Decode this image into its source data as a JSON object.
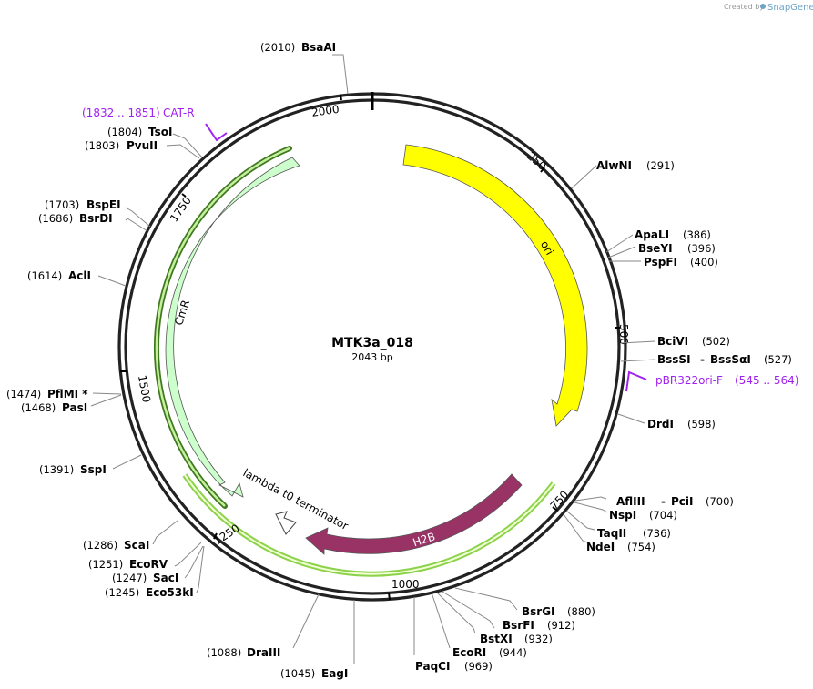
{
  "branding": {
    "created_by": "Created by",
    "logo_text": "SnapGene"
  },
  "plasmid": {
    "name": "MTK3a_018",
    "length_label": "2043 bp",
    "length": 2043
  },
  "ticks": [
    "250",
    "500",
    "750",
    "1000",
    "1250",
    "1500",
    "1750",
    "2000"
  ],
  "features": [
    {
      "name": "ori",
      "color": "#ffff00",
      "label_color": "#000000"
    },
    {
      "name": "CmR",
      "color": "#ccffcc",
      "label_color": "#000000"
    },
    {
      "name": "H2B",
      "color": "#993366",
      "label_color": "#ffffff"
    },
    {
      "name": "lambda t0 terminator",
      "color": "#ffffff",
      "label_color": "#000000"
    }
  ],
  "primers": [
    {
      "name": "CAT-R",
      "range": "(1832 .. 1851)",
      "color": "#a020f0"
    },
    {
      "name": "pBR322ori-F",
      "range": "(545 .. 564)",
      "color": "#a020f0"
    }
  ],
  "sites": [
    {
      "name": "BsaAI",
      "pos": "(2010)"
    },
    {
      "name": "TsoI",
      "pos": "(1804)"
    },
    {
      "name": "PvuII",
      "pos": "(1803)"
    },
    {
      "name": "BspEI",
      "pos": "(1703)"
    },
    {
      "name": "BsrDI",
      "pos": "(1686)"
    },
    {
      "name": "AclI",
      "pos": "(1614)"
    },
    {
      "name": "PflMI *",
      "pos": "(1474)"
    },
    {
      "name": "PasI",
      "pos": "(1468)"
    },
    {
      "name": "SspI",
      "pos": "(1391)"
    },
    {
      "name": "ScaI",
      "pos": "(1286)"
    },
    {
      "name": "EcoRV",
      "pos": "(1251)"
    },
    {
      "name": "SacI",
      "pos": "(1247)"
    },
    {
      "name": "Eco53kI",
      "pos": "(1245)"
    },
    {
      "name": "DraIII",
      "pos": "(1088)"
    },
    {
      "name": "EagI",
      "pos": "(1045)"
    },
    {
      "name": "PaqCI",
      "pos": "(969)"
    },
    {
      "name": "EcoRI",
      "pos": "(944)"
    },
    {
      "name": "BstXI",
      "pos": "(932)"
    },
    {
      "name": "BsrFI",
      "pos": "(912)"
    },
    {
      "name": "BsrGI",
      "pos": "(880)"
    },
    {
      "name": "NdeI",
      "pos": "(754)"
    },
    {
      "name": "TaqII",
      "pos": "(736)"
    },
    {
      "name": "NspI",
      "pos": "(704)"
    },
    {
      "name": "AflIII",
      "pos": ""
    },
    {
      "name": "PciI",
      "pos": "(700)"
    },
    {
      "name": "DrdI",
      "pos": "(598)"
    },
    {
      "name": "BssSI",
      "pos": ""
    },
    {
      "name": "BssSαI",
      "pos": "(527)"
    },
    {
      "name": "BciVI",
      "pos": "(502)"
    },
    {
      "name": "PspFI",
      "pos": "(400)"
    },
    {
      "name": "BseYI",
      "pos": "(396)"
    },
    {
      "name": "ApaLI",
      "pos": "(386)"
    },
    {
      "name": "AlwNI",
      "pos": "(291)"
    }
  ]
}
